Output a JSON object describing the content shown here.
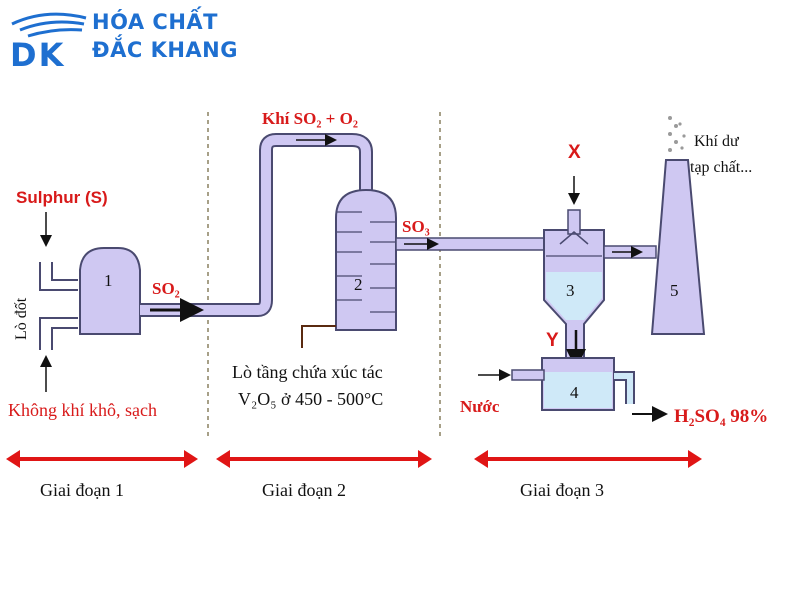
{
  "brand": {
    "logo_letters": "DK",
    "line1": "HÓA CHẤT",
    "line2": "ĐẮC KHANG",
    "color": "#1e6fd0"
  },
  "diagram": {
    "labels": {
      "sulphur": "Sulphur (S)",
      "furnace": "Lò đốt",
      "air": "Không khí khô, sạch",
      "so2_out": "SO₂",
      "gas_mix": "Khí SO₂ + O₂",
      "so3": "SO₃",
      "catalyst_line1": "Lò tầng chứa xúc tác",
      "catalyst_line2": "V₂O₅ ở 450 - 500°C",
      "x": "X",
      "y": "Y",
      "excess_line1": "Khí dư",
      "excess_line2": "tạp chất...",
      "water": "Nước",
      "product": "H₂SO₄ 98%"
    },
    "units": [
      "1",
      "2",
      "3",
      "4",
      "5"
    ],
    "stages": [
      "Giai đoạn 1",
      "Giai đoạn 2",
      "Giai đoạn 3"
    ],
    "colors": {
      "equipment_fill": "#cfc8f2",
      "equipment_stroke": "#4a4a70",
      "absorber_water": "#cfe9f8",
      "label_red": "#d81a1a",
      "stage_arrow": "#e01515"
    }
  }
}
